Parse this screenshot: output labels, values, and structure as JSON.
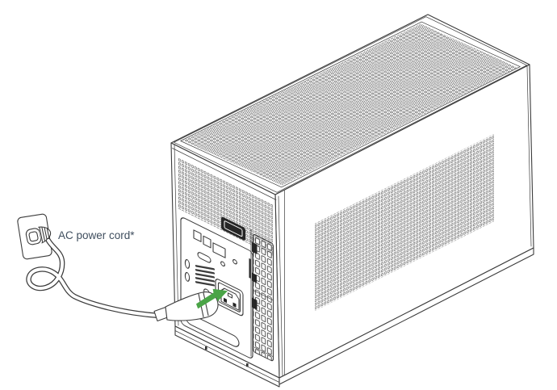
{
  "labels": {
    "ac_power_cord": "AC power cord*"
  },
  "colors": {
    "background": "#ffffff",
    "line": "#3c3c3c",
    "accent_green": "#4aa447",
    "label_text": "#3f4e5e"
  },
  "illustration": {
    "type": "setup-instruction-line-drawing",
    "subject": "Connect the AC power cord from the wall outlet to the rear power inlet of the desktop tower",
    "parts": [
      "wall-outlet",
      "outlet-plug",
      "power-cord",
      "power-cord-plug",
      "insert-arrow",
      "pc-case",
      "top-vent-panel",
      "side-vent-panel",
      "rear-vent-band",
      "rear-io-panel",
      "usb-ports",
      "video-port",
      "vent-grille",
      "power-inlet",
      "expansion-slot-brackets",
      "gpu-ports",
      "case-foot",
      "base-skirt"
    ]
  }
}
